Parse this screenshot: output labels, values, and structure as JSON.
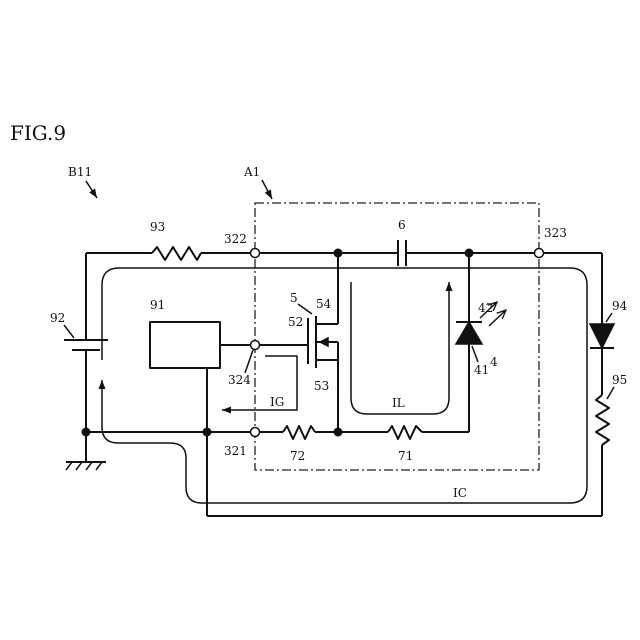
{
  "figure": {
    "title": "FIG.9",
    "system_label": "B11",
    "module_label": "A1"
  },
  "components": {
    "resistor_93": "93",
    "battery_92": "92",
    "controller_91": "91",
    "capacitor_6": "6",
    "transistor_5": "5",
    "gate_52": "52",
    "drain_54": "54",
    "source_53": "53",
    "led_4": "4",
    "led_41": "41",
    "light_42": "42",
    "diode_94": "94",
    "resistor_95": "95",
    "resistor_72": "72",
    "resistor_71": "71"
  },
  "terminals": {
    "t322": "322",
    "t323": "323",
    "t324": "324",
    "t321": "321"
  },
  "currents": {
    "ig": "IG",
    "il": "IL",
    "ic": "IC"
  }
}
